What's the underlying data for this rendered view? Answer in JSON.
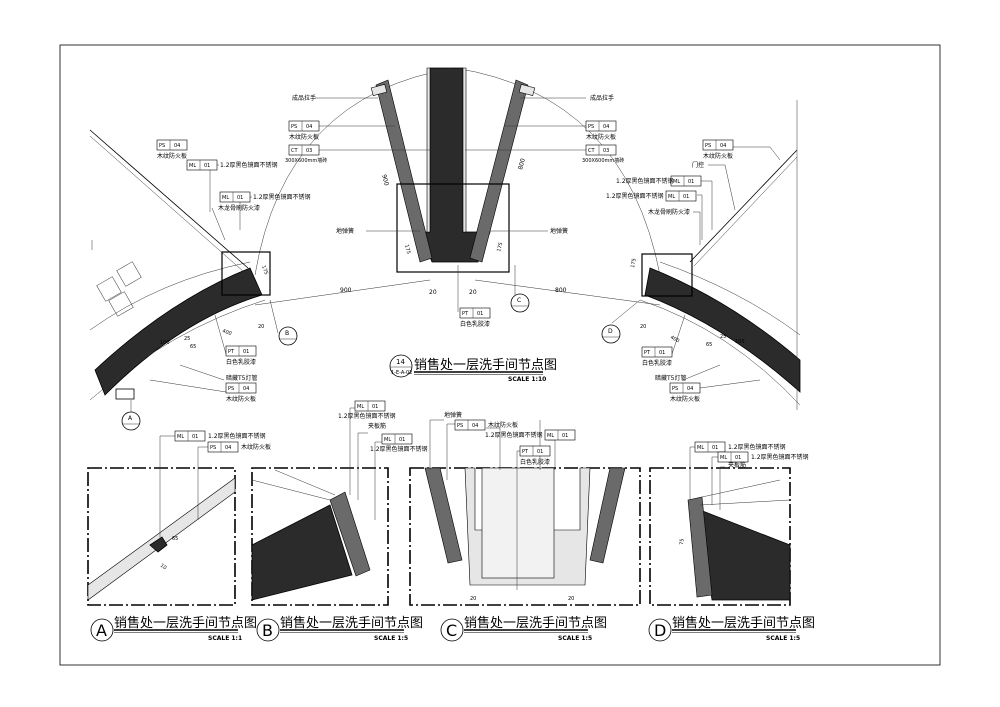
{
  "main": {
    "number": "14",
    "sheet_ref": "1-E-A-02",
    "title": "销售处一层洗手间节点图",
    "scale": "SCALE  1:10",
    "center": {
      "handle_left": "成品拉手",
      "handle_right": "成品拉手",
      "ps_left": {
        "code": "PS",
        "num": "04",
        "desc": "木纹防火板"
      },
      "ps_right": {
        "code": "PS",
        "num": "04",
        "desc": "木纹防火板"
      },
      "ct_left": {
        "code": "CT",
        "num": "03",
        "desc": "300X600mm墙砖"
      },
      "ct_right": {
        "code": "CT",
        "num": "03",
        "desc": "300X600mm墙砖"
      },
      "hinge_left": "地弹簧",
      "hinge_right": "地弹簧",
      "pt": {
        "code": "PT",
        "num": "01",
        "desc": "白色乳胶漆"
      },
      "dims": {
        "arm_left": "900",
        "arm_right": "800",
        "d175_left": "175",
        "d175_right": "175",
        "gap_left": "20",
        "gap_right": "20",
        "run_left": "900",
        "run_right": "800"
      },
      "callout": "C"
    },
    "left": {
      "ps_top": {
        "code": "PS",
        "num": "04",
        "desc": "木纹防火板"
      },
      "ml_1": {
        "code": "ML",
        "num": "01",
        "desc": "1.2厚黑色镜面不锈钢"
      },
      "ml_2": {
        "code": "ML",
        "num": "01",
        "desc": "1.2厚黑色镜面不锈钢"
      },
      "keel": "木龙骨刷防火漆",
      "pt": {
        "code": "PT",
        "num": "01",
        "desc": "白色乳胶漆"
      },
      "light": "暗藏T5灯管",
      "ps_bottom": {
        "code": "PS",
        "num": "04",
        "desc": "木纹防火板"
      },
      "dims": {
        "d175": "175",
        "d20": "20",
        "d400": "400",
        "d100": "100",
        "d25": "25",
        "d65": "65"
      },
      "callout_b": "B",
      "callout_a": "A"
    },
    "right": {
      "ps_top": {
        "code": "PS",
        "num": "04",
        "desc": "木纹防火板"
      },
      "door_control": "门控",
      "ml_1": {
        "code": "ML",
        "num": "01",
        "desc": "1.2厚黑色镜面不锈钢"
      },
      "ml_2": {
        "code": "ML",
        "num": "01",
        "desc": "1.2厚黑色镜面不锈钢"
      },
      "keel": "木龙骨刷防火漆",
      "pt": {
        "code": "PT",
        "num": "01",
        "desc": "白色乳胶漆"
      },
      "light": "暗藏T5灯管",
      "ps_bottom": {
        "code": "PS",
        "num": "04",
        "desc": "木纹防火板"
      },
      "dims": {
        "d175": "175",
        "d20": "20",
        "d400": "400",
        "d100": "100",
        "d25": "25",
        "d65": "65"
      },
      "callout_d": "D"
    }
  },
  "details": [
    {
      "letter": "A",
      "title": "销售处一层洗手间节点图",
      "scale": "SCALE  1:1",
      "tags": [
        {
          "code": "ML",
          "num": "01",
          "desc": "1.2厚黑色镜面不锈钢"
        },
        {
          "code": "PS",
          "num": "04",
          "desc": "木纹防火板"
        }
      ],
      "dims": [
        "65",
        "10"
      ]
    },
    {
      "letter": "B",
      "title": "销售处一层洗手间节点图",
      "scale": "SCALE  1:5",
      "tags": [
        {
          "code": "ML",
          "num": "01",
          "desc": "1.2厚黑色镜面不锈钢"
        },
        {
          "code": "ML",
          "num": "01",
          "desc": "1.2厚黑色镜面不锈钢"
        }
      ],
      "note": "夹板筋"
    },
    {
      "letter": "C",
      "title": "销售处一层洗手间节点图",
      "scale": "SCALE  1:5",
      "hinge": "地弹簧",
      "tags": [
        {
          "code": "PS",
          "num": "04",
          "desc": "木纹防火板"
        },
        {
          "code": "ML",
          "num": "01",
          "desc": "1.2厚黑色镜面不锈钢"
        },
        {
          "code": "PT",
          "num": "01",
          "desc": "白色乳胶漆"
        }
      ],
      "dims": [
        "20",
        "20"
      ]
    },
    {
      "letter": "D",
      "title": "销售处一层洗手间节点图",
      "scale": "SCALE  1:5",
      "tags": [
        {
          "code": "ML",
          "num": "01",
          "desc": "1.2厚黑色镜面不锈钢"
        },
        {
          "code": "ML",
          "num": "01",
          "desc": "1.2厚黑色镜面不锈钢"
        }
      ],
      "note": "夹板筋",
      "dims": [
        "75"
      ]
    }
  ]
}
